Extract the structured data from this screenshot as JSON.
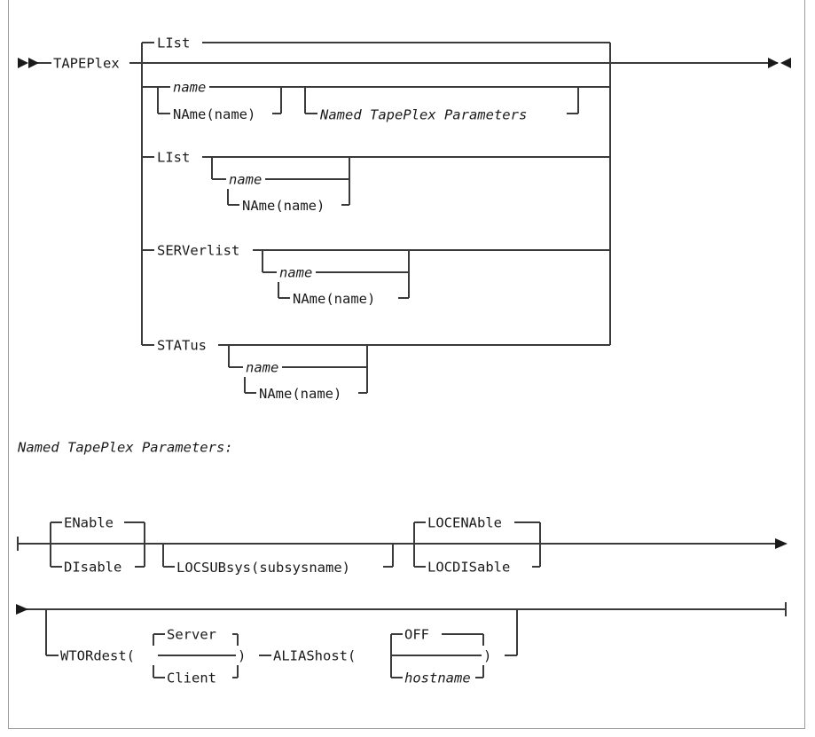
{
  "figure": {
    "kind": "railroad-syntax-diagram",
    "command": "TAPEPlex",
    "colors": {
      "line": "#3a3a3a",
      "text": "#1a1a1a",
      "frame": "#9b9b9b",
      "background": "#ffffff"
    }
  },
  "main_diagram": {
    "start_marker": "►►",
    "end_marker": "►◄",
    "keyword": "TAPEPlex",
    "branches": [
      {
        "id": "branch-list-default",
        "label": "LIst",
        "kind": "keyword",
        "is_default_above_line": true
      },
      {
        "id": "branch-name-params",
        "alternatives": [
          {
            "id": "alt-name",
            "label": "name",
            "italic": true
          },
          {
            "id": "alt-name-paren",
            "label": "NAme(",
            "arg": "name",
            "close": ")",
            "italic_arg": true
          }
        ],
        "reference": {
          "id": "ref-named-tapeplex-parameters",
          "label": "Named TapePlex Parameters",
          "italic": true,
          "optional": true
        }
      },
      {
        "id": "branch-list",
        "label": "LIst",
        "alternatives": [
          {
            "id": "alt-name",
            "label": "name",
            "italic": true
          },
          {
            "id": "alt-name-paren",
            "label": "NAme(",
            "arg": "name",
            "close": ")",
            "italic_arg": true
          }
        ]
      },
      {
        "id": "branch-serverlist",
        "label": "SERVerlist",
        "alternatives": [
          {
            "id": "alt-name",
            "label": "name",
            "italic": true
          },
          {
            "id": "alt-name-paren",
            "label": "NAme(",
            "arg": "name",
            "close": ")",
            "italic_arg": true
          }
        ]
      },
      {
        "id": "branch-status",
        "label": "STATus",
        "alternatives": [
          {
            "id": "alt-name",
            "label": "name",
            "italic": true
          },
          {
            "id": "alt-name-paren",
            "label": "NAme(",
            "arg": "name",
            "close": ")",
            "italic_arg": true
          }
        ]
      }
    ],
    "texts": {
      "tapeplex": "TAPEPlex",
      "list_1": "LIst",
      "name_1": "name",
      "name_paren_1": "NAme(name)",
      "named_params_ref": "Named TapePlex Parameters",
      "list_2": "LIst",
      "name_2": "name",
      "name_paren_2": "NAme(name)",
      "serverlist": "SERVerlist",
      "name_3": "name",
      "name_paren_3": "NAme(name)",
      "status": "STATus",
      "name_4": "name",
      "name_paren_4": "NAme(name)"
    }
  },
  "section_heading": "Named TapePlex Parameters:",
  "params_diagram_row1": {
    "start_marker": "├",
    "end_marker": "►",
    "groups": [
      {
        "id": "group-enable-disable",
        "default": "ENable",
        "alternative": "DIsable",
        "required": true
      },
      {
        "id": "group-locsubsys",
        "optional": true,
        "label": "LOCSUBsys(",
        "arg": "subsysname",
        "close": ")",
        "italic_arg": true
      },
      {
        "id": "group-locenable-locdisable",
        "default": "LOCENAble",
        "alternative": "LOCDISable",
        "required": true
      }
    ],
    "texts": {
      "enable": "ENable",
      "disable": "DIsable",
      "locsubsys": "LOCSUBsys(",
      "locsubsys_arg": "subsysname",
      "locsubsys_close": ")",
      "locenable": "LOCENAble",
      "locdisable": "LOCDISable"
    }
  },
  "params_diagram_row2": {
    "start_marker": "►",
    "end_marker": "┤",
    "groups": [
      {
        "id": "group-wtordest",
        "optional": true,
        "label": "WTORdest(",
        "close": ")",
        "default": "Server",
        "alternative": "Client"
      },
      {
        "id": "group-aliashost",
        "label": "ALIAShost(",
        "close": ")",
        "default": "OFF",
        "alternative": "hostname",
        "italic_alternative": true
      }
    ],
    "texts": {
      "wtordest": "WTORdest(",
      "wtordest_close": ")",
      "server": "Server",
      "client": "Client",
      "aliashost": "ALIAShost(",
      "aliashost_close": ")",
      "off": "OFF",
      "hostname": "hostname"
    }
  }
}
